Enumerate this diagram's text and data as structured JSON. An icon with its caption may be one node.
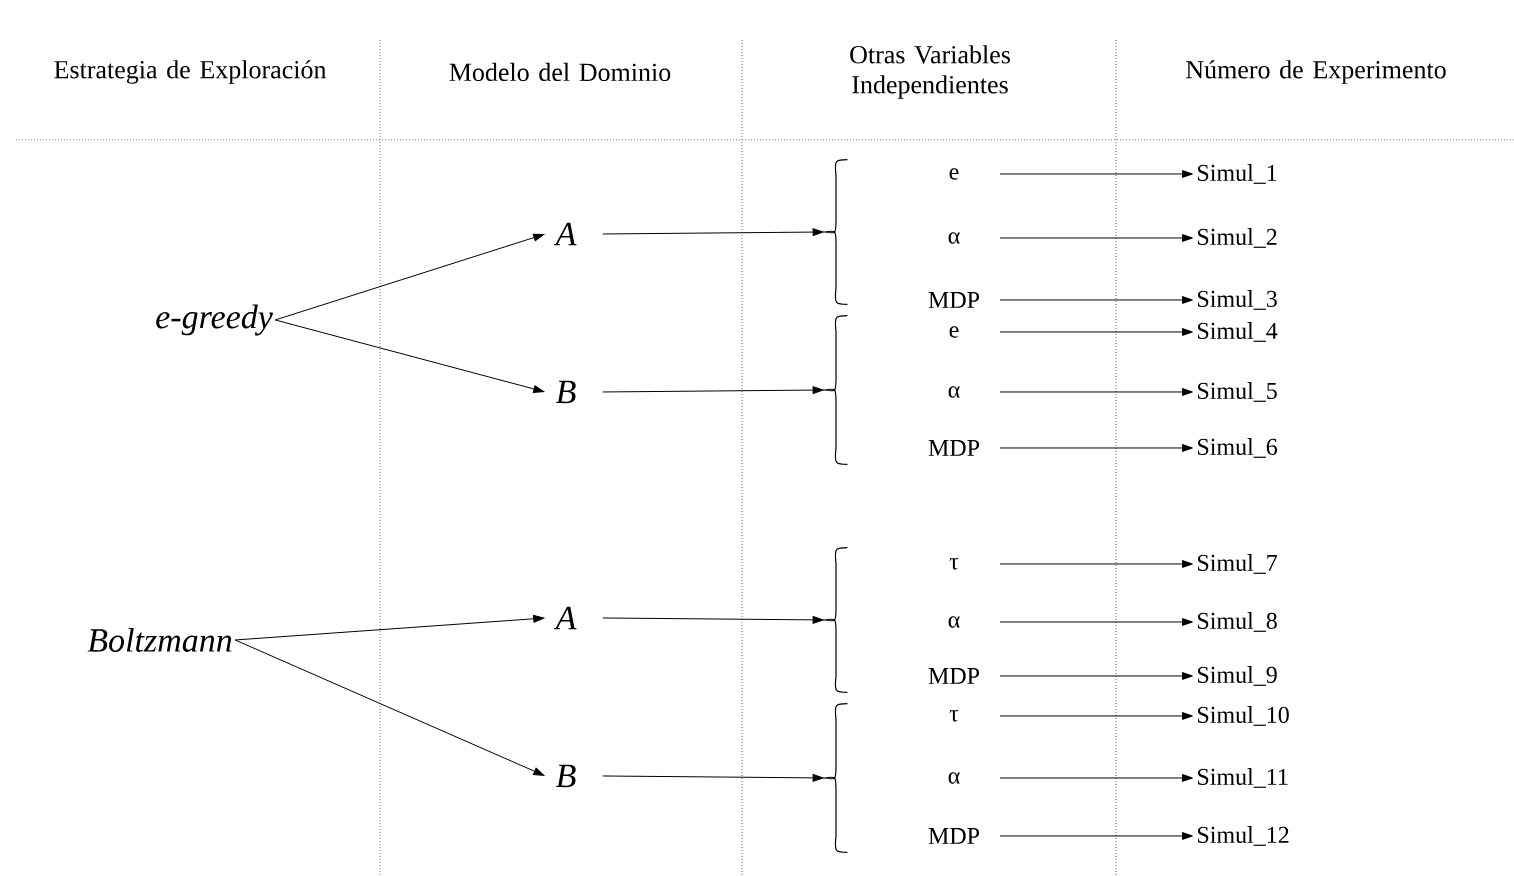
{
  "diagram": {
    "nodes": [
      {
        "text": [
          "e-greedy"
        ]
      },
      {
        "text": [
          "A"
        ]
      },
      {
        "text": [
          "B"
        ]
      },
      {
        "text": [],
        "shape": "brace"
      },
      {
        "text": [
          "e"
        ]
      },
      {
        "text": [
          "α"
        ]
      },
      {
        "text": [
          "MDP"
        ]
      },
      {
        "text": [],
        "shape": "brace"
      },
      {
        "text": [
          "e"
        ]
      },
      {
        "text": [
          "α"
        ]
      },
      {
        "text": [
          "MDP"
        ]
      },
      {
        "text": [
          "Simul_1"
        ]
      },
      {
        "text": [
          "Simul_2"
        ]
      },
      {
        "text": [
          "Simul_3"
        ]
      },
      {
        "text": [
          "Simul_4"
        ]
      },
      {
        "text": [
          "Simul_5"
        ]
      },
      {
        "text": [
          "Simul_6"
        ]
      },
      {
        "text": [
          "Boltzmann"
        ]
      },
      {
        "text": [
          "A"
        ]
      },
      {
        "text": [
          "B"
        ]
      },
      {
        "text": [],
        "shape": "brace"
      },
      {
        "text": [
          "τ"
        ]
      },
      {
        "text": [
          "α"
        ]
      },
      {
        "text": [
          "MDP"
        ]
      },
      {
        "text": [],
        "shape": "brace"
      },
      {
        "text": [
          "τ"
        ]
      },
      {
        "text": [
          "α"
        ]
      },
      {
        "text": [
          "MDP"
        ]
      },
      {
        "text": [
          "Simul_7"
        ]
      },
      {
        "text": [
          "Simul_8"
        ]
      },
      {
        "text": [
          "Simul_9"
        ]
      },
      {
        "text": [
          "Simul_10"
        ]
      },
      {
        "text": [
          "Simul_11"
        ]
      },
      {
        "text": [
          "Simul_12"
        ]
      }
    ],
    "edges": [
      {
        "from": 0,
        "to": 1,
        "arrow": "to"
      },
      {
        "from": 0,
        "to": 2,
        "arrow": "to"
      },
      {
        "from": 1,
        "to": 3,
        "arrow": "to"
      },
      {
        "from": 2,
        "to": 7,
        "arrow": "to"
      },
      {
        "from": 4,
        "to": 11,
        "arrow": "to"
      },
      {
        "from": 5,
        "to": 12,
        "arrow": "to"
      },
      {
        "from": 6,
        "to": 13,
        "arrow": "to"
      },
      {
        "from": 8,
        "to": 14,
        "arrow": "to"
      },
      {
        "from": 9,
        "to": 15,
        "arrow": "to"
      },
      {
        "from": 10,
        "to": 16,
        "arrow": "to"
      },
      {
        "from": 17,
        "to": 18,
        "arrow": "to"
      },
      {
        "from": 17,
        "to": 19,
        "arrow": "to"
      },
      {
        "from": 18,
        "to": 20,
        "arrow": "to"
      },
      {
        "from": 19,
        "to": 24,
        "arrow": "to"
      },
      {
        "from": 21,
        "to": 28,
        "arrow": "to"
      },
      {
        "from": 22,
        "to": 29,
        "arrow": "to"
      },
      {
        "from": 23,
        "to": 30,
        "arrow": "to"
      },
      {
        "from": 25,
        "to": 31,
        "arrow": "to"
      },
      {
        "from": 26,
        "to": 32,
        "arrow": "to"
      },
      {
        "from": 27,
        "to": 33,
        "arrow": "to"
      }
    ],
    "labels": [
      "Estrategia de Exploración",
      "Modelo del Dominio",
      "Otras Variables Independientes",
      "Número de Experimento"
    ]
  }
}
